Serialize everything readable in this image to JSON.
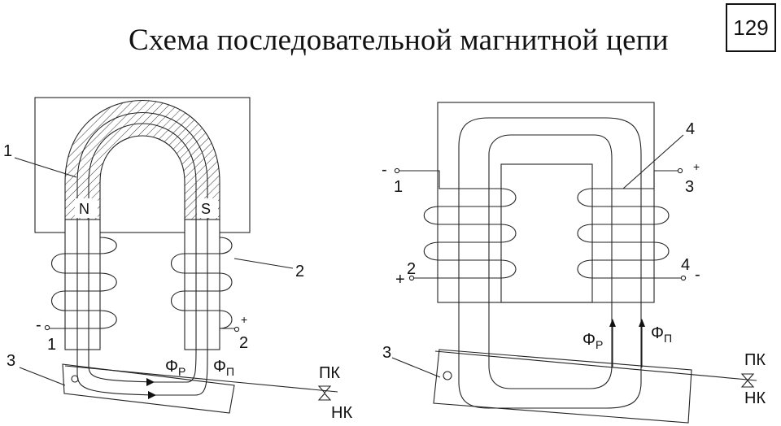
{
  "title": "Схема последовательной магнитной цепи",
  "page_number": "129",
  "left": {
    "pole_n": "N",
    "pole_s": "S",
    "label_1": "1",
    "label_2": "2",
    "label_3": "3",
    "term_minus": "-",
    "term_1": "1",
    "term_plus": "+",
    "term_2": "2",
    "flux_r": "Φ",
    "flux_r_sub": "Р",
    "flux_p": "Φ",
    "flux_p_sub": "П",
    "pk": "ПК",
    "nk": "НК"
  },
  "right": {
    "label_4": "4",
    "label_3": "3",
    "term_minus_1": "-",
    "term_1": "1",
    "term_plus_3": "+",
    "term_3": "3",
    "term_plus_2": "+",
    "term_2": "2",
    "term_4": "4",
    "term_minus_4": "-",
    "flux_r": "Φ",
    "flux_r_sub": "Р",
    "flux_p": "Φ",
    "flux_p_sub": "П",
    "pk": "ПК",
    "nk": "НК"
  }
}
